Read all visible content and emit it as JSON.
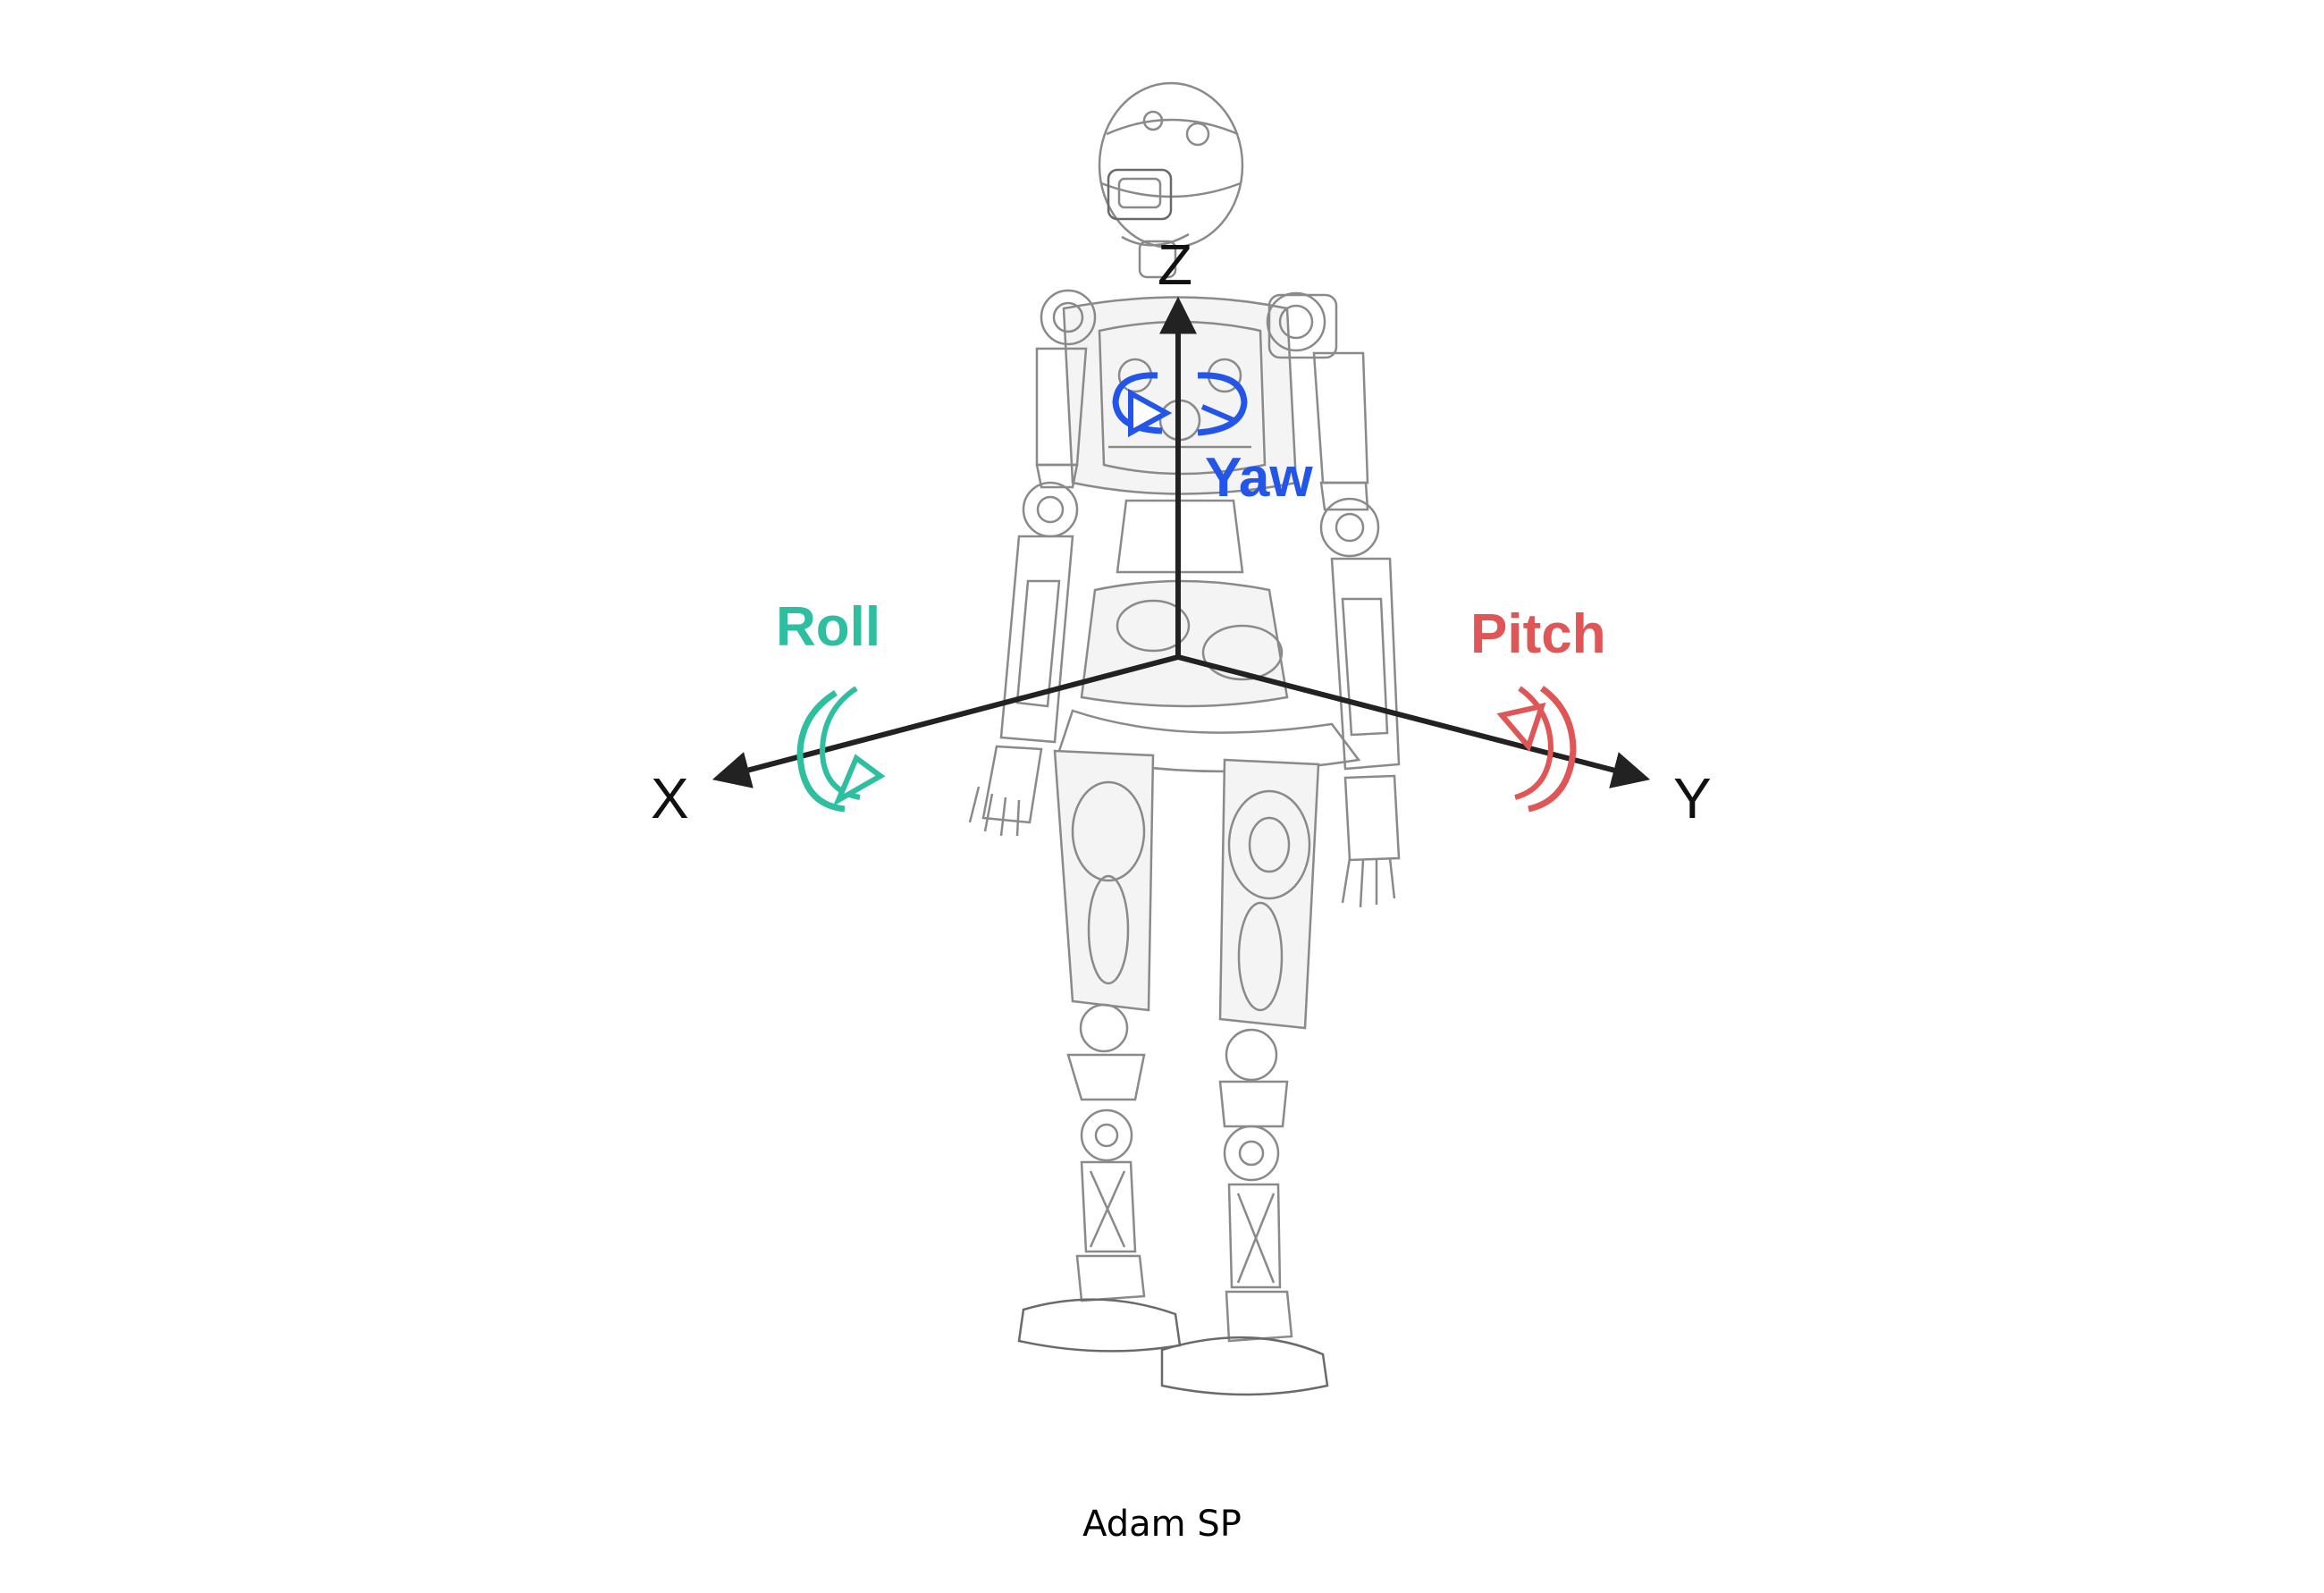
{
  "diagram": {
    "caption": "Adam SP",
    "axes": {
      "x": {
        "label": "X"
      },
      "y": {
        "label": "Y"
      },
      "z": {
        "label": "Z"
      }
    },
    "rotations": {
      "roll": {
        "label": "Roll",
        "color": "#2dbfa0"
      },
      "pitch": {
        "label": "Pitch",
        "color": "#e05555"
      },
      "yaw": {
        "label": "Yaw",
        "color": "#2255e8"
      }
    },
    "axis_color": "#222222"
  }
}
